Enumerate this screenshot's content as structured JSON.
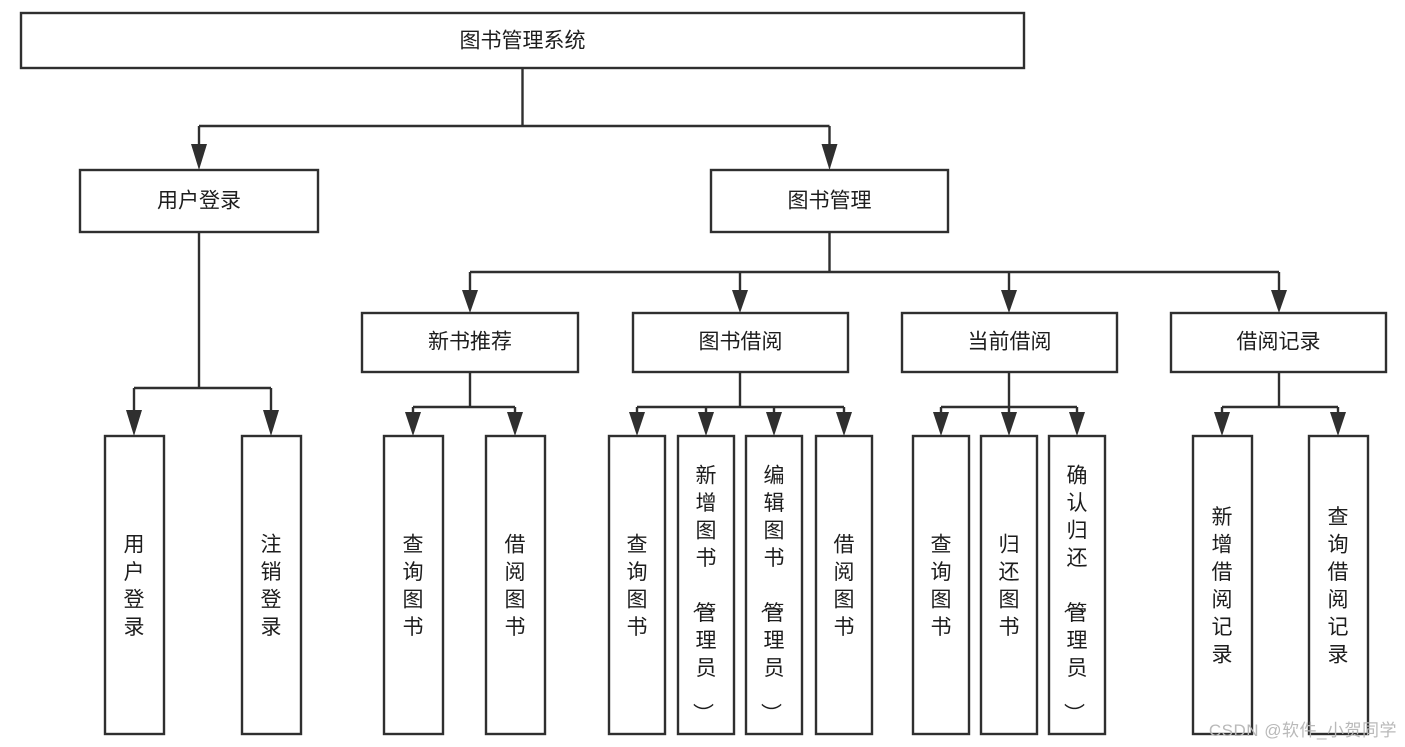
{
  "diagram": {
    "kind": "tree-hierarchy-chart",
    "title": "图书管理系统",
    "colors": {
      "stroke": "#2f2f2f",
      "box_fill": "#ffffff",
      "text": "#1d1d1d",
      "background": "#ffffff",
      "watermark": "#b9b9b9"
    },
    "root": {
      "label": "图书管理系统",
      "orientation": "horizontal"
    },
    "level2": [
      {
        "label": "用户登录",
        "orientation": "horizontal"
      },
      {
        "label": "图书管理",
        "orientation": "horizontal"
      }
    ],
    "level3": [
      {
        "label": "新书推荐",
        "orientation": "horizontal"
      },
      {
        "label": "图书借阅",
        "orientation": "horizontal"
      },
      {
        "label": "当前借阅",
        "orientation": "horizontal"
      },
      {
        "label": "借阅记录",
        "orientation": "horizontal"
      }
    ],
    "leaves": {
      "user_login": [
        {
          "label": "用户登录",
          "orientation": "vertical"
        },
        {
          "label": "注销登录",
          "orientation": "vertical"
        }
      ],
      "new_book_recommend": [
        {
          "label": "查询图书",
          "orientation": "vertical"
        },
        {
          "label": "借阅图书",
          "orientation": "vertical"
        }
      ],
      "book_borrow": [
        {
          "label": "查询图书",
          "orientation": "vertical"
        },
        {
          "label": "新增图书（管理员）",
          "orientation": "vertical"
        },
        {
          "label": "编辑图书（管理员）",
          "orientation": "vertical"
        },
        {
          "label": "借阅图书",
          "orientation": "vertical"
        }
      ],
      "current_borrow": [
        {
          "label": "查询图书",
          "orientation": "vertical"
        },
        {
          "label": "归还图书",
          "orientation": "vertical"
        },
        {
          "label": "确认归还（管理员）",
          "orientation": "vertical"
        }
      ],
      "borrow_record": [
        {
          "label": "新增借阅记录",
          "orientation": "vertical"
        },
        {
          "label": "查询借阅记录",
          "orientation": "vertical"
        }
      ]
    }
  },
  "watermark": {
    "text": "CSDN @软件_小贺同学"
  }
}
